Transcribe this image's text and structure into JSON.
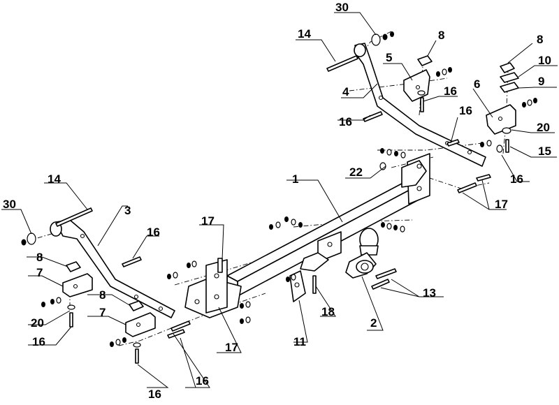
{
  "diagram": {
    "labels": {
      "l30a": "30",
      "l14a": "14",
      "l8a": "8",
      "l5": "5",
      "l4": "4",
      "l16a": "16",
      "l16b": "16",
      "l16c": "16",
      "l8b": "8",
      "l10": "10",
      "l9": "9",
      "l6": "6",
      "l20a": "20",
      "l15": "15",
      "l16d": "16",
      "l17a": "17",
      "l22": "22",
      "l1": "1",
      "l14b": "14",
      "l30b": "30",
      "l3": "3",
      "l16e": "16",
      "l8c": "8",
      "l7a": "7",
      "l20b": "20",
      "l16f": "16",
      "l8d": "8",
      "l7b": "7",
      "l17b": "17",
      "l17c": "17",
      "l11": "11",
      "l18": "18",
      "l2": "2",
      "l13": "13",
      "l16g": "16",
      "l16h": "16"
    }
  }
}
